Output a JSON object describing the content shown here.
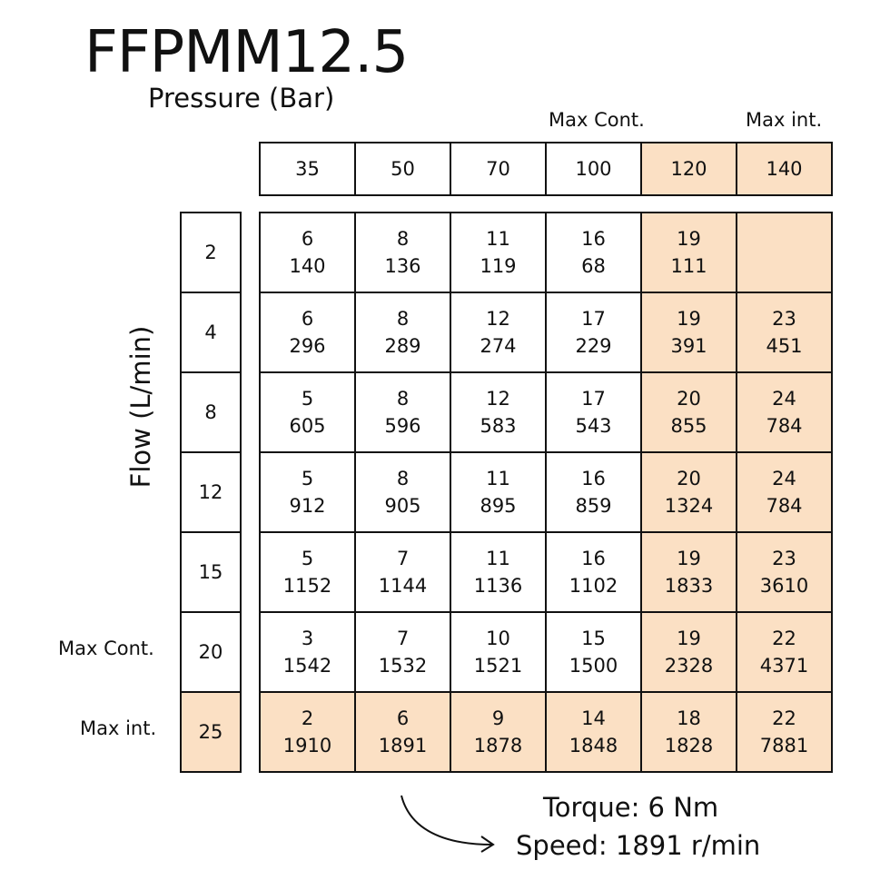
{
  "title": "FFPMM12.5",
  "pressure_label": "Pressure (Bar)",
  "flow_label": "Flow (L/min)",
  "pressure_markers": {
    "max_cont": "Max Cont.",
    "max_int": "Max int."
  },
  "flow_markers": {
    "max_cont": "Max Cont.",
    "max_int": "Max int."
  },
  "highlight_color": "#fbe0c4",
  "pressures": [
    "35",
    "50",
    "70",
    "100",
    "120",
    "140"
  ],
  "flows": [
    "2",
    "4",
    "8",
    "12",
    "15",
    "20",
    "25"
  ],
  "rows": [
    [
      [
        "6",
        "140"
      ],
      [
        "8",
        "136"
      ],
      [
        "11",
        "119"
      ],
      [
        "16",
        "68"
      ],
      [
        "19",
        "111"
      ],
      [
        "",
        ""
      ]
    ],
    [
      [
        "6",
        "296"
      ],
      [
        "8",
        "289"
      ],
      [
        "12",
        "274"
      ],
      [
        "17",
        "229"
      ],
      [
        "19",
        "391"
      ],
      [
        "23",
        "451"
      ]
    ],
    [
      [
        "5",
        "605"
      ],
      [
        "8",
        "596"
      ],
      [
        "12",
        "583"
      ],
      [
        "17",
        "543"
      ],
      [
        "20",
        "855"
      ],
      [
        "24",
        "784"
      ]
    ],
    [
      [
        "5",
        "912"
      ],
      [
        "8",
        "905"
      ],
      [
        "11",
        "895"
      ],
      [
        "16",
        "859"
      ],
      [
        "20",
        "1324"
      ],
      [
        "24",
        "784"
      ]
    ],
    [
      [
        "5",
        "1152"
      ],
      [
        "7",
        "1144"
      ],
      [
        "11",
        "1136"
      ],
      [
        "16",
        "1102"
      ],
      [
        "19",
        "1833"
      ],
      [
        "23",
        "3610"
      ]
    ],
    [
      [
        "3",
        "1542"
      ],
      [
        "7",
        "1532"
      ],
      [
        "10",
        "1521"
      ],
      [
        "15",
        "1500"
      ],
      [
        "19",
        "2328"
      ],
      [
        "22",
        "4371"
      ]
    ],
    [
      [
        "2",
        "1910"
      ],
      [
        "6",
        "1891"
      ],
      [
        "9",
        "1878"
      ],
      [
        "14",
        "1848"
      ],
      [
        "18",
        "1828"
      ],
      [
        "22",
        "7881"
      ]
    ]
  ],
  "legend": {
    "torque": "Torque: 6 Nm",
    "speed": "Speed: 1891 r/min"
  }
}
